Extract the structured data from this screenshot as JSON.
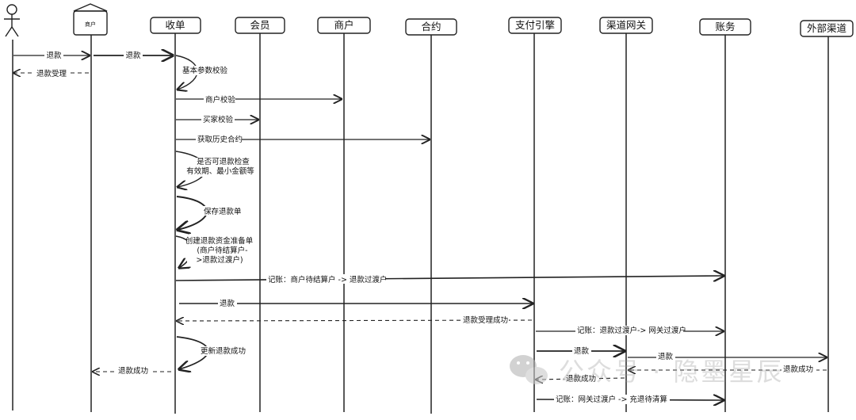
{
  "participants": [
    {
      "id": "user",
      "label": "",
      "icon": "stick-figure-icon"
    },
    {
      "id": "merchant",
      "label": "商户",
      "icon": "house-icon"
    },
    {
      "id": "order",
      "label": "收单"
    },
    {
      "id": "member",
      "label": "会员"
    },
    {
      "id": "merchant_svc",
      "label": "商户"
    },
    {
      "id": "contract",
      "label": "合约"
    },
    {
      "id": "pay_engine",
      "label": "支付引擎"
    },
    {
      "id": "gateway",
      "label": "渠道网关"
    },
    {
      "id": "account",
      "label": "账务"
    },
    {
      "id": "external",
      "label": "外部渠道"
    }
  ],
  "messages": [
    {
      "from": "user",
      "to": "merchant",
      "label": "退款",
      "style": "solid"
    },
    {
      "from": "merchant",
      "to": "order",
      "label": "退款",
      "style": "solid"
    },
    {
      "from": "merchant",
      "to": "user",
      "label": "退款受理",
      "style": "dashed"
    },
    {
      "from": "order",
      "to": "order",
      "label": "基本参数校验",
      "style": "self"
    },
    {
      "from": "order",
      "to": "merchant_svc",
      "label": "商户校验",
      "style": "solid"
    },
    {
      "from": "order",
      "to": "member",
      "label": "买家校验",
      "style": "solid"
    },
    {
      "from": "order",
      "to": "contract",
      "label": "获取历史合约",
      "style": "solid"
    },
    {
      "from": "order",
      "to": "order",
      "label": "是否可退款检查\n有效期、最小金额等",
      "style": "self"
    },
    {
      "from": "order",
      "to": "order",
      "label": "保存退款单",
      "style": "self"
    },
    {
      "from": "order",
      "to": "order",
      "label": "创建退款资金准备单\n(商户待结算户-\n>退款过渡户)",
      "style": "self"
    },
    {
      "from": "order",
      "to": "account",
      "label": "记账：商户待结算户  -> 退款过渡户",
      "style": "solid"
    },
    {
      "from": "order",
      "to": "pay_engine",
      "label": "退款",
      "style": "solid"
    },
    {
      "from": "pay_engine",
      "to": "order",
      "label": "退款受理成功",
      "style": "dashed"
    },
    {
      "from": "pay_engine",
      "to": "account",
      "label": "记账：退款过渡户-> 网关过渡户",
      "style": "solid"
    },
    {
      "from": "pay_engine",
      "to": "gateway",
      "label": "退款",
      "style": "solid"
    },
    {
      "from": "gateway",
      "to": "external",
      "label": "退款",
      "style": "solid"
    },
    {
      "from": "order",
      "to": "order",
      "label": "更新退款成功",
      "style": "self"
    },
    {
      "from": "external",
      "to": "gateway",
      "label": "退款成功",
      "style": "dashed"
    },
    {
      "from": "order",
      "to": "merchant",
      "label": "退款成功",
      "style": "dashed"
    },
    {
      "from": "gateway",
      "to": "pay_engine",
      "label": "退款成功",
      "style": "dashed"
    },
    {
      "from": "pay_engine",
      "to": "account",
      "label": "记账：网关过渡户  -> 充退待清算",
      "style": "solid"
    }
  ],
  "watermark": {
    "text": "公众号 · 隐墨星辰",
    "icon": "wechat-icon"
  }
}
